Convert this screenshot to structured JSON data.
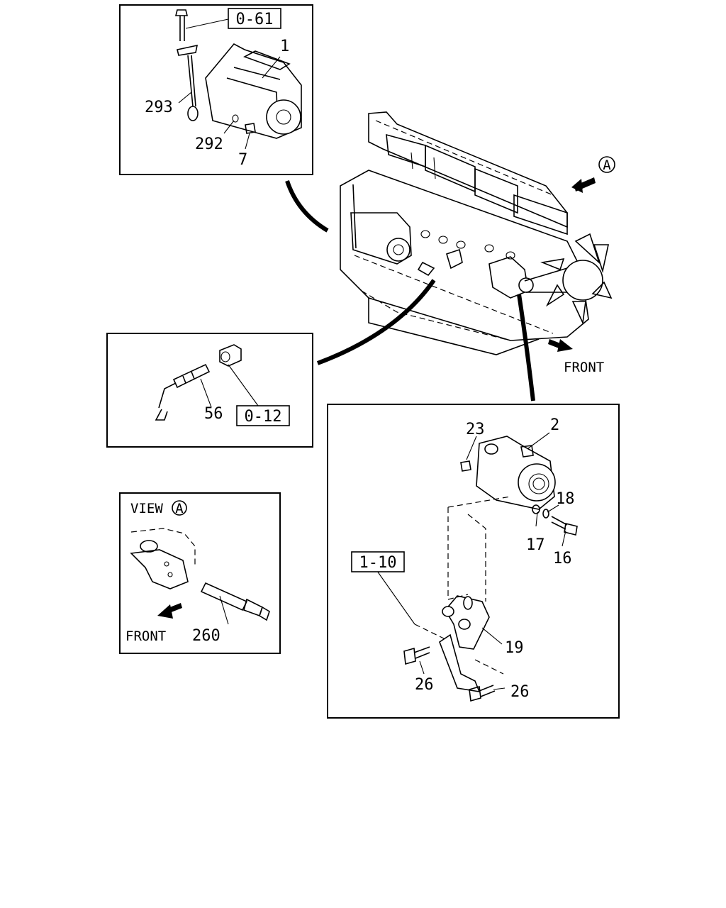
{
  "callouts": {
    "starter": {
      "ref_box": "0-61",
      "part_1": "1",
      "part_293": "293",
      "part_292": "292",
      "part_7": "7"
    },
    "sensor": {
      "part_56": "56",
      "ref_box": "0-12"
    },
    "view_a": {
      "title": "VIEW",
      "marker": "A",
      "front": "FRONT",
      "part_260": "260"
    },
    "alternator": {
      "part_23": "23",
      "part_2": "2",
      "part_18": "18",
      "part_17": "17",
      "part_16": "16",
      "ref_box": "1-10",
      "part_19": "19",
      "part_26a": "26",
      "part_26b": "26"
    },
    "engine": {
      "view_marker": "A",
      "front": "FRONT"
    }
  }
}
